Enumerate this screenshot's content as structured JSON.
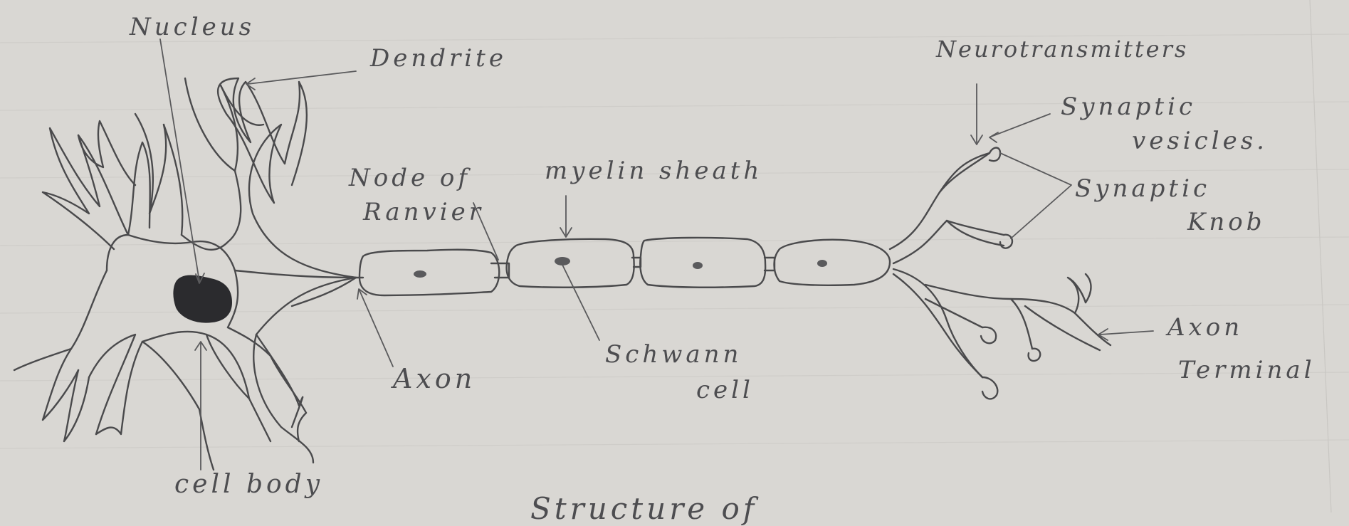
{
  "labels": {
    "nucleus": "Nucleus",
    "dendrite": "Dendrite",
    "neurotransmitters": "Neurotransmitters",
    "synaptic_vesicles_1": "Synaptic",
    "synaptic_vesicles_2": "vesicles.",
    "node_of_ranvier_1": "Node of",
    "node_of_ranvier_2": "Ranvier",
    "myelin_sheath": "myelin sheath",
    "synaptic_knob_1": "Synaptic",
    "synaptic_knob_2": "Knob",
    "axon": "Axon",
    "schwann_cell_1": "Schwann",
    "schwann_cell_2": "cell",
    "axon_terminal_1": "Axon",
    "axon_terminal_2": "Terminal",
    "cell_body": "cell body",
    "caption_partial": "Structure of"
  },
  "colors": {
    "paper": "#d9d7d3",
    "ink": "#4a4a4c",
    "nucleus_fill": "#2b2b2e"
  }
}
